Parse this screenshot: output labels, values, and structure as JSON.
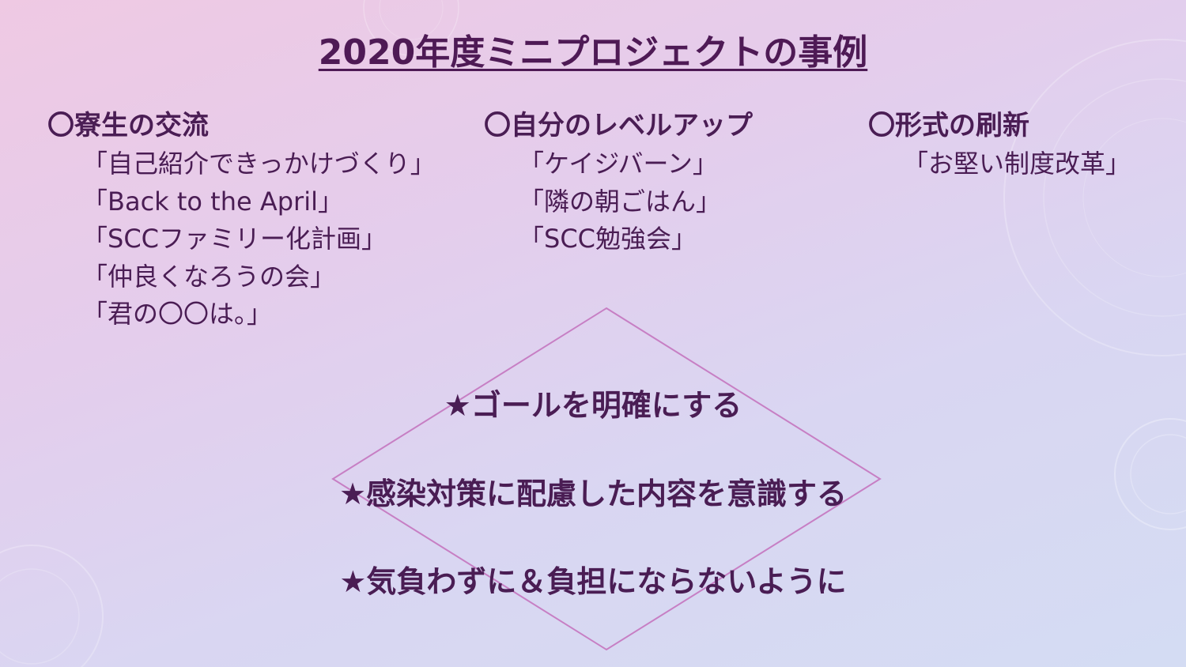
{
  "title": "2020年度ミニプロジェクトの事例",
  "categories": [
    {
      "heading": "〇寮生の交流",
      "items": [
        "「自己紹介できっかけづくり」",
        "「Back to the April」",
        "「SCCファミリー化計画」",
        "「仲良くなろうの会」",
        "「君の〇〇は。」"
      ]
    },
    {
      "heading": "〇自分のレベルアップ",
      "items": [
        "「ケイジバーン」",
        "「隣の朝ごはん」",
        "「SCC勉強会」"
      ]
    },
    {
      "heading": "〇形式の刷新",
      "items": [
        "「お堅い制度改革」"
      ]
    }
  ],
  "goals": [
    "★ゴールを明確にする",
    "★感染対策に配慮した内容を意識する",
    "★気負わずに＆負担にならないように"
  ],
  "colors": {
    "text": "#4a1d54",
    "diamond_stroke": "#c77fc4"
  }
}
